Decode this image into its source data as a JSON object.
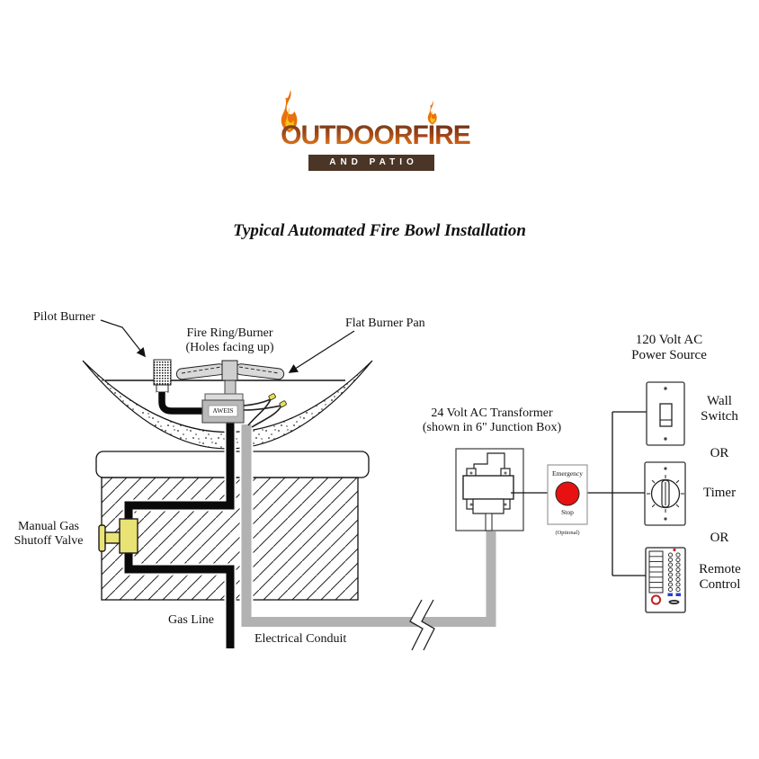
{
  "logo": {
    "word1": "OUTDOOR",
    "word2": "FIRE",
    "tagline": "AND PATIO"
  },
  "title": "Typical Automated Fire Bowl Installation",
  "labels": {
    "pilot_burner": "Pilot Burner",
    "fire_ring_line1": "Fire Ring/Burner",
    "fire_ring_line2": "(Holes facing up)",
    "flat_burner_pan": "Flat Burner Pan",
    "aweis": "AWEIS",
    "manual_gas_line1": "Manual Gas",
    "manual_gas_line2": "Shutoff Valve",
    "gas_line": "Gas Line",
    "electrical_conduit": "Electrical Conduit",
    "transformer_line1": "24 Volt AC Transformer",
    "transformer_line2": "(shown in 6\" Junction Box)",
    "emergency": "Emergency",
    "stop": "Stop",
    "optional": "(Optional)",
    "power_line1": "120 Volt AC",
    "power_line2": "Power Source",
    "wall_switch_line1": "Wall",
    "wall_switch_line2": "Switch",
    "or1": "OR",
    "timer": "Timer",
    "or2": "OR",
    "remote_line1": "Remote",
    "remote_line2": "Control"
  },
  "colors": {
    "estop_red": "#e81111",
    "valve_yellow": "#e9e275",
    "conduit_gray": "#b2b2b2",
    "logo_orange": "#d96b20",
    "logo_bar_brown": "#4a3526",
    "wire_nut_yellow": "#e8e050"
  }
}
